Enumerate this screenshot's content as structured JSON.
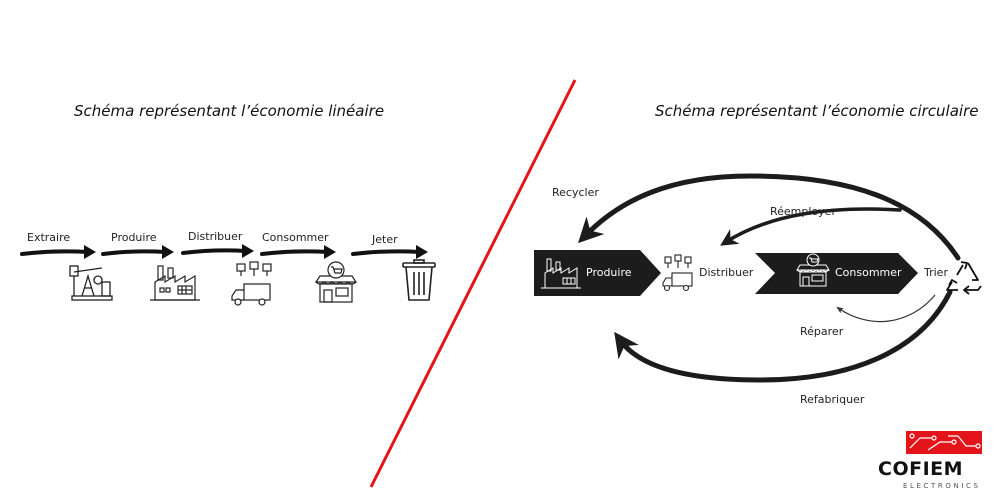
{
  "linear": {
    "title": "Schéma représentant l’économie linéaire",
    "steps": [
      {
        "label": "Extraire",
        "icon": "oil-pump-icon"
      },
      {
        "label": "Produire",
        "icon": "factory-icon"
      },
      {
        "label": "Distribuer",
        "icon": "delivery-truck-icon"
      },
      {
        "label": "Consommer",
        "icon": "shop-icon"
      },
      {
        "label": "Jeter",
        "icon": "trash-bin-icon"
      }
    ]
  },
  "circular": {
    "title": "Schéma représentant l’économie circulaire",
    "produire": "Produire",
    "distribuer": "Distribuer",
    "consommer": "Consommer",
    "trier": "Trier",
    "recycler": "Recycler",
    "reemployer": "Réemployer",
    "reparer": "Réparer",
    "refabriquer": "Refabriquer"
  },
  "colors": {
    "divider": "#e3151a",
    "dark_shape": "#1c1c1c",
    "logo_red": "#e3151a"
  },
  "logo": {
    "word": "COFIEM",
    "sub": "ELECTRONICS"
  }
}
